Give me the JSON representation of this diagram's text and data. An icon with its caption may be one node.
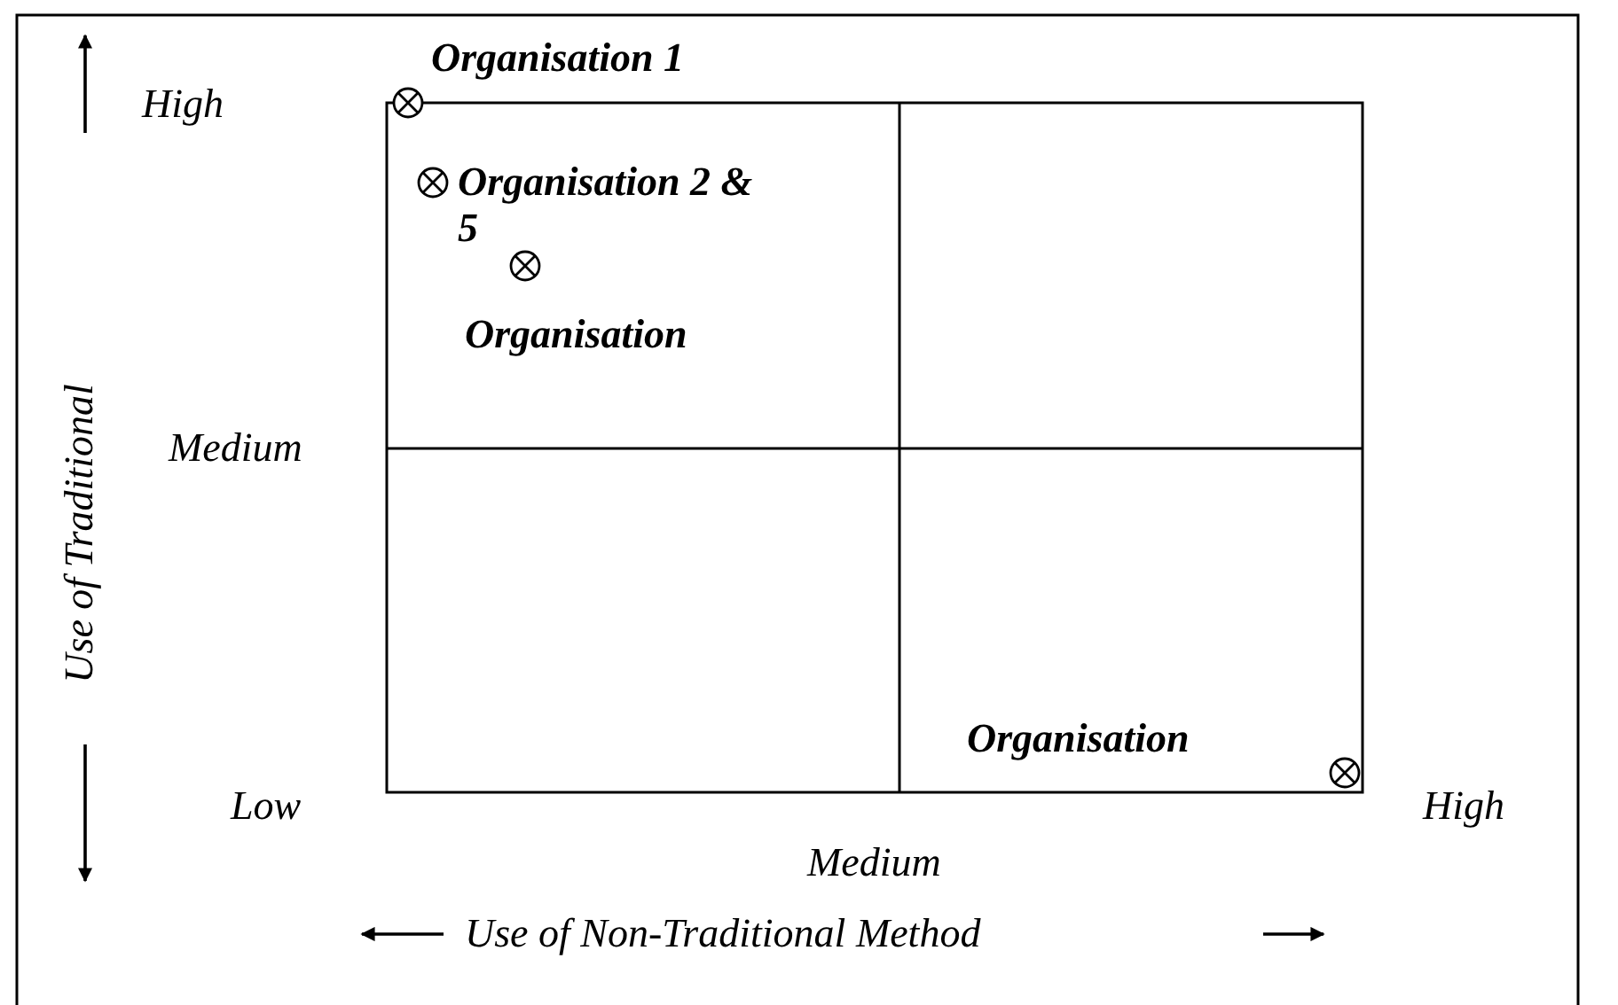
{
  "diagram": {
    "labels": [
      "Organisation 1",
      "High",
      "Organisation 2 & 5",
      "Organisation",
      "Medium",
      "Use of Traditional",
      "Organisation",
      "Low",
      "High",
      "Medium",
      "Use of Non-Traditional Method"
    ]
  }
}
